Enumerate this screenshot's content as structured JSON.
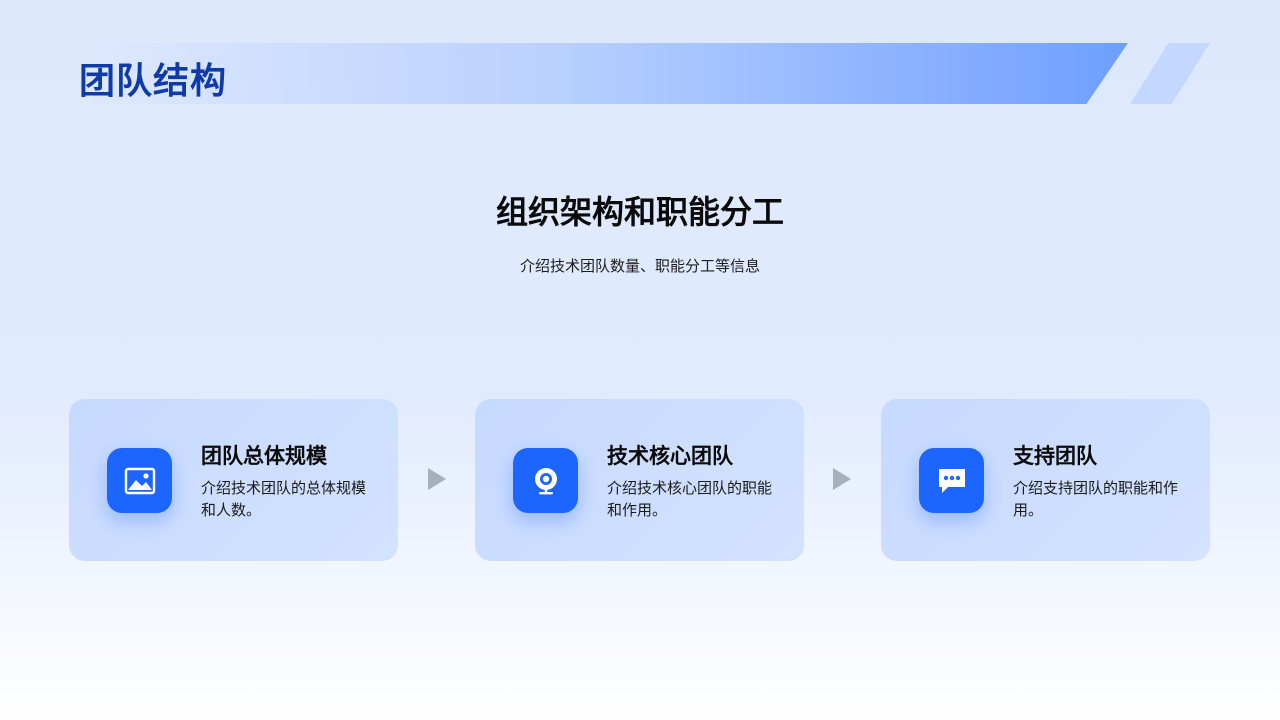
{
  "header": {
    "title": "团队结构"
  },
  "section": {
    "heading": "组织架构和职能分工",
    "subtitle": "介绍技术团队数量、职能分工等信息"
  },
  "cards": [
    {
      "icon": "image-icon",
      "title": "团队总体规模",
      "description": "介绍技术团队的总体规模和人数。"
    },
    {
      "icon": "webcam-icon",
      "title": "技术核心团队",
      "description": "介绍技术核心团队的职能和作用。"
    },
    {
      "icon": "chat-bubble-icon",
      "title": "支持团队",
      "description": "介绍支持团队的职能和作用。"
    }
  ],
  "colors": {
    "accent": "#1c66ff",
    "title": "#0f3ba8",
    "card_bg": "#cddfff",
    "arrow": "#a7afbd"
  }
}
